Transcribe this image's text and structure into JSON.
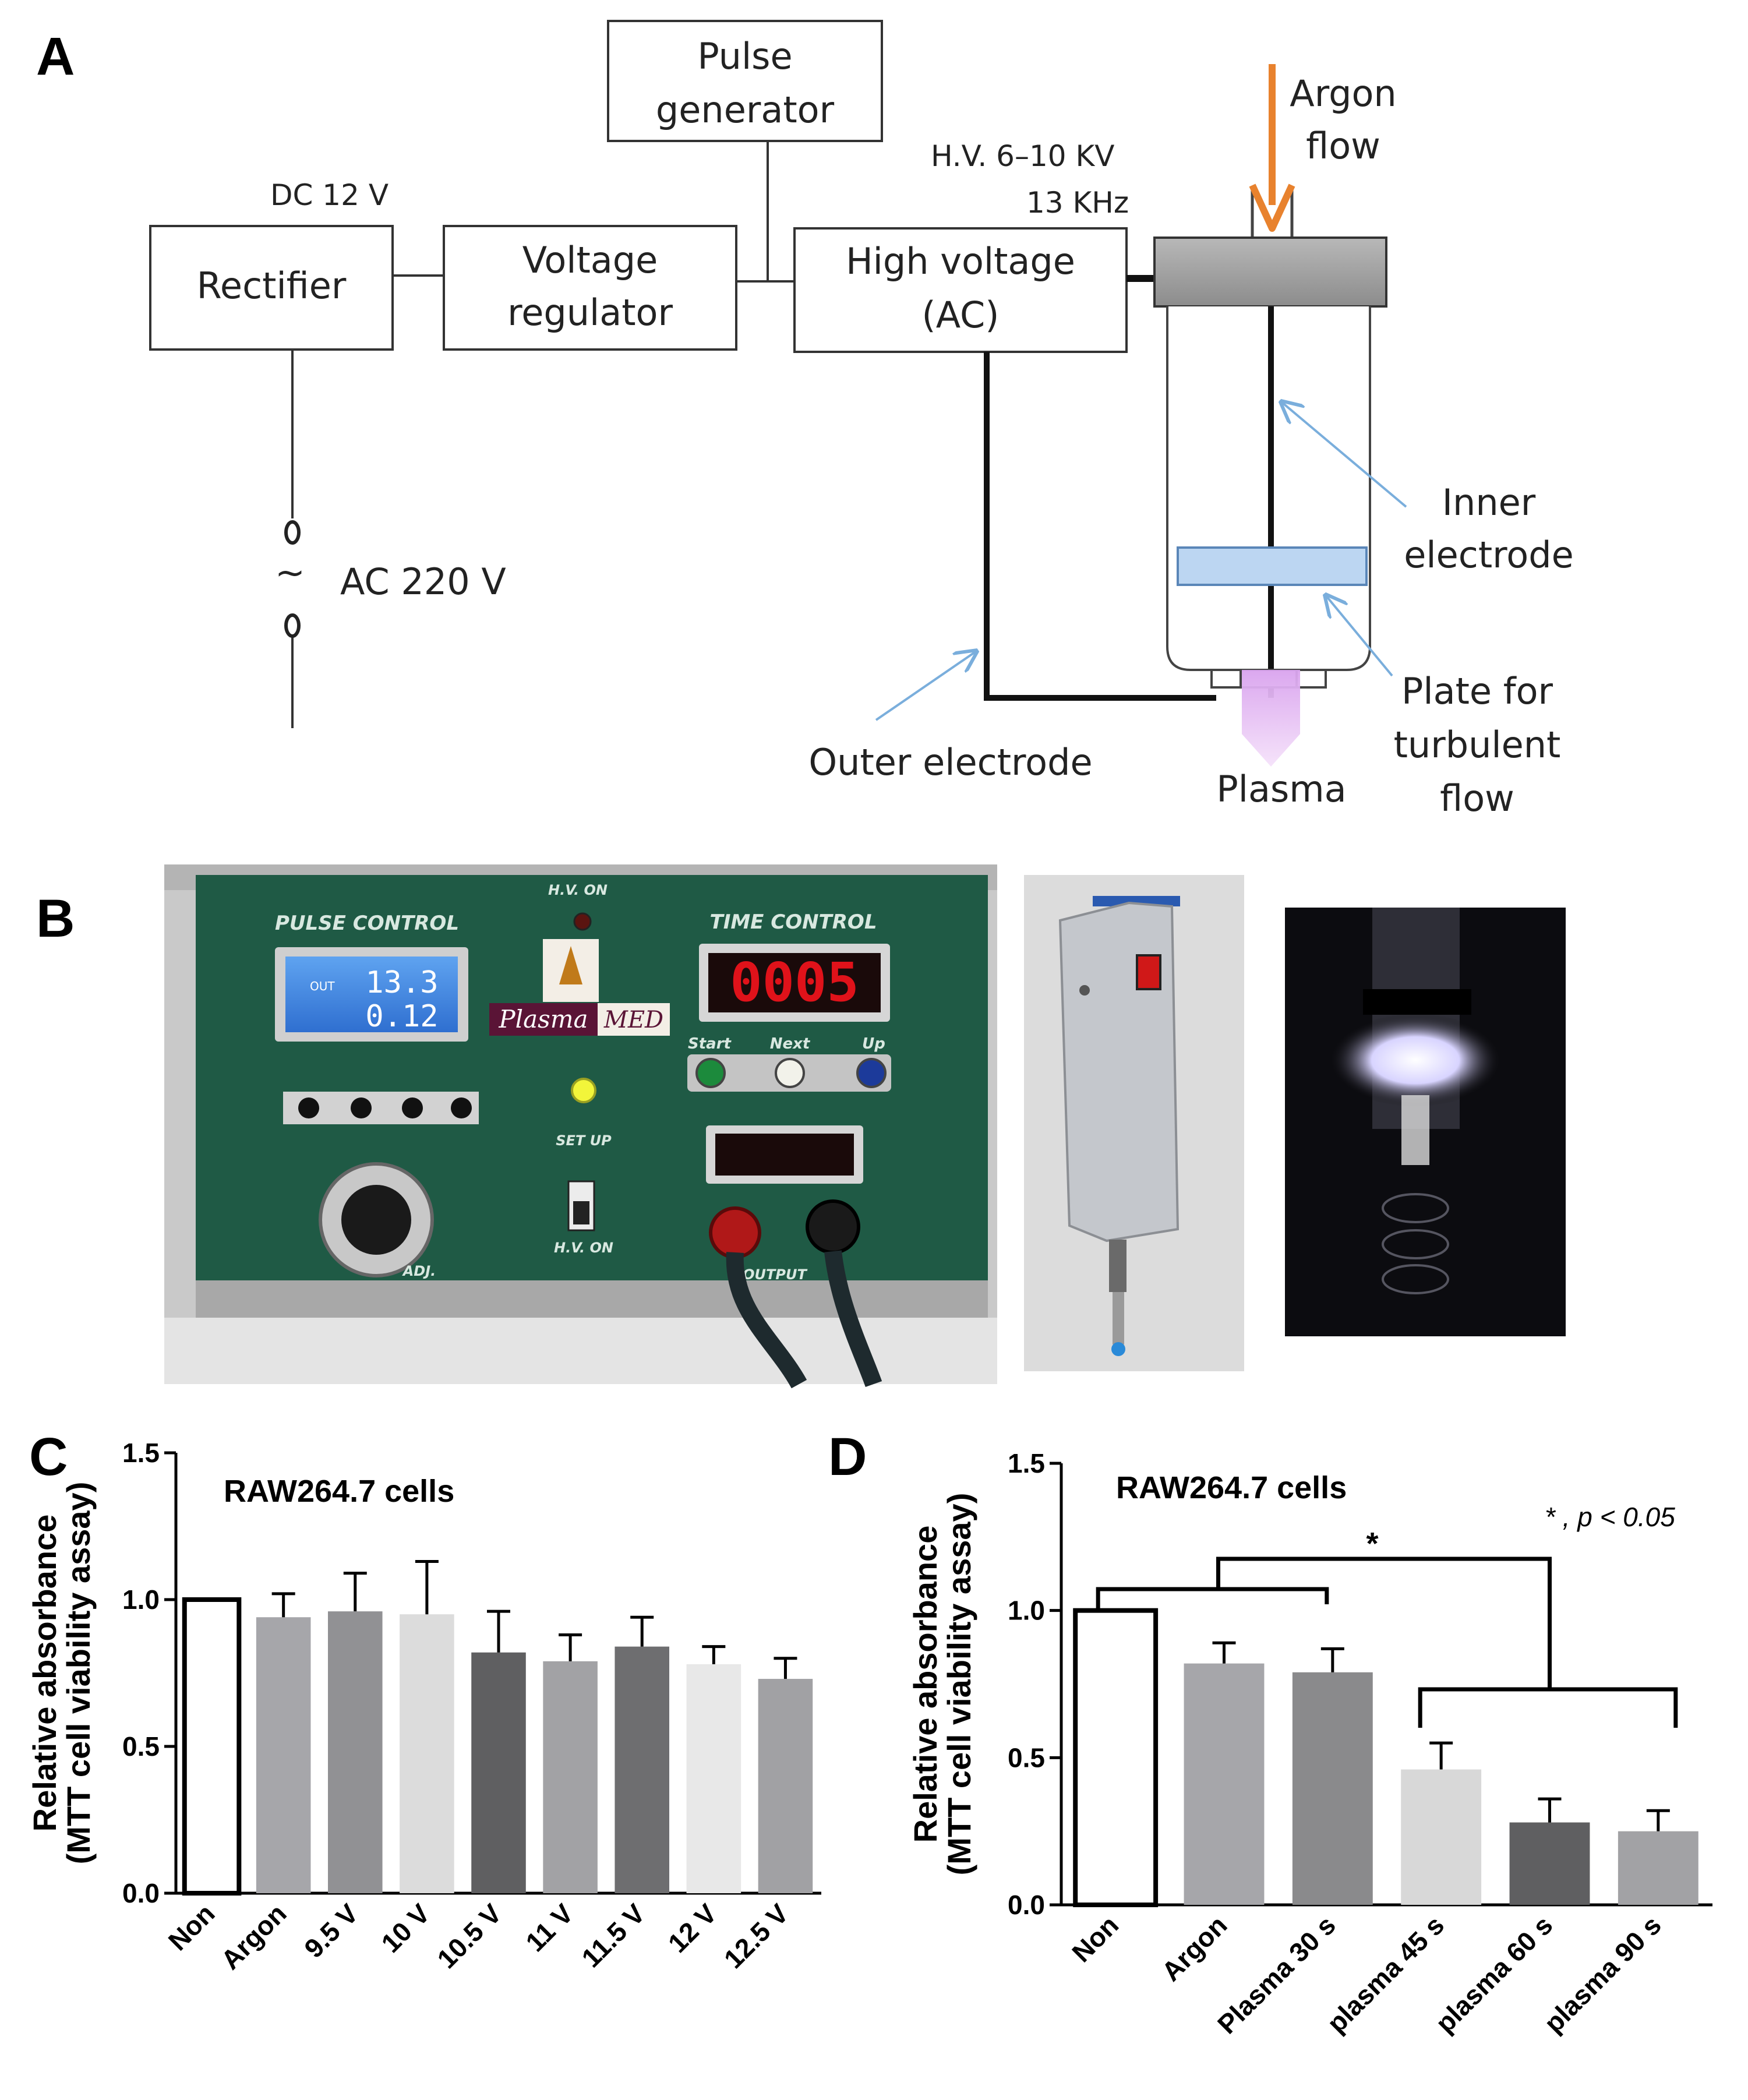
{
  "panels": {
    "a": "A",
    "b": "B",
    "c": "C",
    "d": "D"
  },
  "diagram": {
    "rectifier": "Rectifier",
    "regulator_line1": "Voltage",
    "regulator_line2": "regulator",
    "pulse_line1": "Pulse",
    "pulse_line2": "generator",
    "hv_line1": "High voltage",
    "hv_line2": "(AC)",
    "dc_label": "DC 12 V",
    "ac_label": "AC 220 V",
    "ac_symbol": "~",
    "hv_spec_line1": "H.V.  6–10 KV",
    "hv_spec_line2": "13 KHz",
    "argon_line1": "Argon",
    "argon_line2": "flow",
    "inner_line1": "Inner",
    "inner_line2": "electrode",
    "plate_line1": "Plate for",
    "plate_line2": "turbulent",
    "plate_line3": "flow",
    "outer": "Outer electrode",
    "plasma": "Plasma",
    "colors": {
      "argon_arrow": "#e8822e",
      "pointer": "#7aaedc",
      "plate": "#bcd6f2",
      "plasma": "#e7b8f2"
    }
  },
  "photo": {
    "pulse_control": "PULSE CONTROL",
    "time_control": "TIME CONTROL",
    "hv_on_top": "H.V. ON",
    "lcd_out": "OUT",
    "lcd_top": "13.3",
    "lcd_bottom": "0.12",
    "timer": "0005",
    "brand_left": "Plasma",
    "brand_right": "MED",
    "start": "Start",
    "next": "Next",
    "up": "Up",
    "set_up": "SET UP",
    "hv_on_bottom": "H.V. ON",
    "output": "OUTPUT",
    "adj": "ADJ.",
    "colors": {
      "panel": "#1f5a45",
      "lcd": "#3a7fd8",
      "led": "#e0121a"
    }
  },
  "chart_data": [
    {
      "type": "bar",
      "title": "RAW264.7 cells",
      "ylabel_line1": "Relative absorbance",
      "ylabel_line2": "(MTT cell viability assay)",
      "xlabel": "",
      "ylim": [
        0,
        1.5
      ],
      "yticks": [
        "0.0",
        "0.5",
        "1.0",
        "1.5"
      ],
      "categories": [
        "Non",
        "Argon",
        "9.5 V",
        "10 V",
        "10.5 V",
        "11 V",
        "11.5 V",
        "12 V",
        "12.5 V"
      ],
      "values": [
        1.0,
        0.94,
        0.96,
        0.95,
        0.82,
        0.79,
        0.84,
        0.78,
        0.73
      ],
      "errors": [
        0.0,
        0.08,
        0.13,
        0.18,
        0.14,
        0.09,
        0.1,
        0.06,
        0.07
      ],
      "colors": [
        "#ffffff",
        "#a6a6aa",
        "#919194",
        "#dcdcdc",
        "#5f5f61",
        "#a2a2a5",
        "#6e6e70",
        "#e8e8e8",
        "#a1a1a4"
      ]
    },
    {
      "type": "bar",
      "title": "RAW264.7 cells",
      "ylabel_line1": "Relative absorbance",
      "ylabel_line2": "(MTT cell viability assay)",
      "xlabel": "",
      "ylim": [
        0,
        1.5
      ],
      "yticks": [
        "0.0",
        "0.5",
        "1.0",
        "1.5"
      ],
      "categories": [
        "Non",
        "Argon",
        "Plasma 30 s",
        "plasma 45 s",
        "plasma 60 s",
        "plasma 90 s"
      ],
      "values": [
        1.0,
        0.82,
        0.79,
        0.46,
        0.28,
        0.25
      ],
      "errors": [
        0.0,
        0.07,
        0.08,
        0.09,
        0.08,
        0.07
      ],
      "colors": [
        "#ffffff",
        "#a6a6aa",
        "#8a8a8c",
        "#d8d8d8",
        "#5f5f61",
        "#a2a2a5"
      ],
      "significance_mark": "*",
      "significance_note": "* , p < 0.05"
    }
  ]
}
